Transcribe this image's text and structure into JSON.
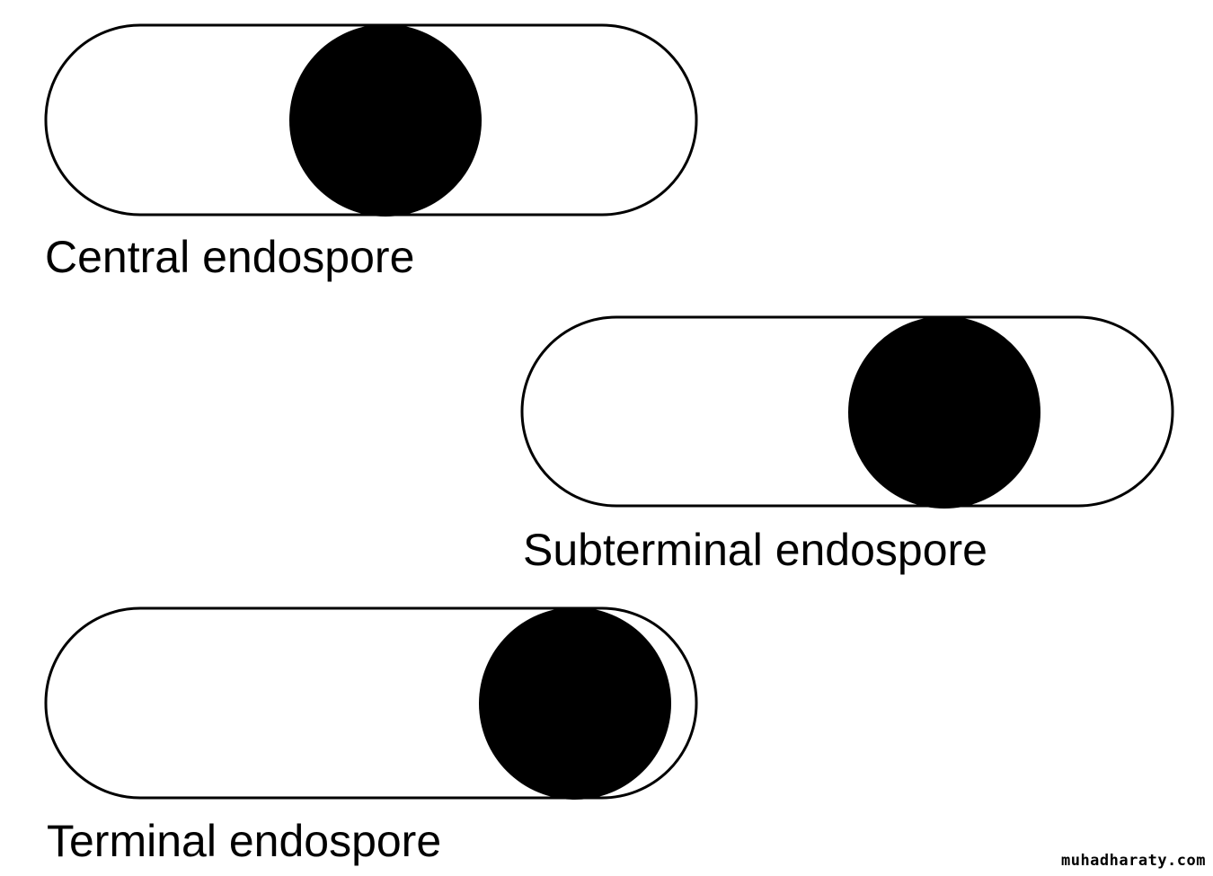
{
  "diagram": {
    "cells": [
      {
        "id": "central",
        "label": "Central endospore",
        "spore_position": "central"
      },
      {
        "id": "subterminal",
        "label": "Subterminal endospore",
        "spore_position": "subterminal"
      },
      {
        "id": "terminal",
        "label": "Terminal endospore",
        "spore_position": "terminal"
      }
    ],
    "colors": {
      "cell_fill": "#ffffff",
      "cell_outline": "#000000",
      "spore": "#000000",
      "text": "#000000"
    }
  },
  "watermark": "muhadharaty.com"
}
